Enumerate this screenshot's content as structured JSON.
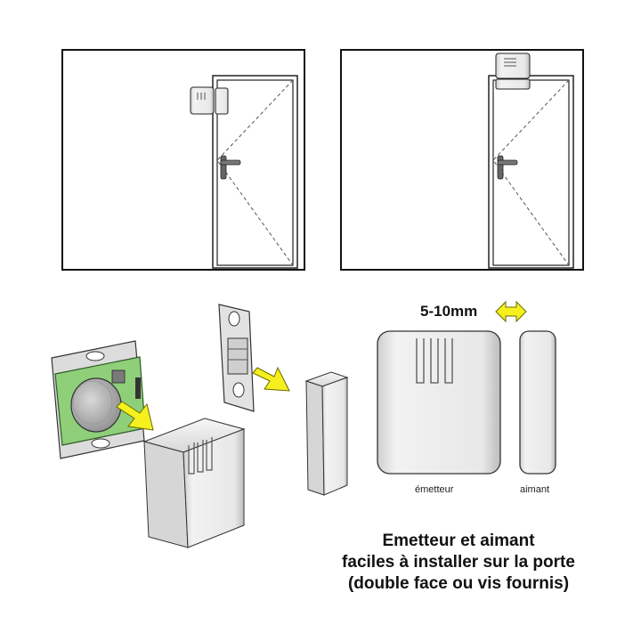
{
  "gap": {
    "label": "5-10mm"
  },
  "labels": {
    "transmitter": "émetteur",
    "magnet": "aimant"
  },
  "caption": {
    "line1": "Emetteur et aimant",
    "line2": "faciles à installer sur la porte",
    "line3": "(double face ou vis fournis)"
  },
  "colors": {
    "arrow_fill": "#f5f01e",
    "arrow_stroke": "#6b6b00",
    "pcb_green": "#8fcf7a",
    "device_grey": "#e6e6e6",
    "outline": "#222222"
  },
  "icons": [
    "door-icon",
    "handle-icon",
    "transmitter-icon",
    "magnet-icon",
    "arrow-icon",
    "double-arrow-icon",
    "pcb-icon",
    "battery-icon"
  ]
}
